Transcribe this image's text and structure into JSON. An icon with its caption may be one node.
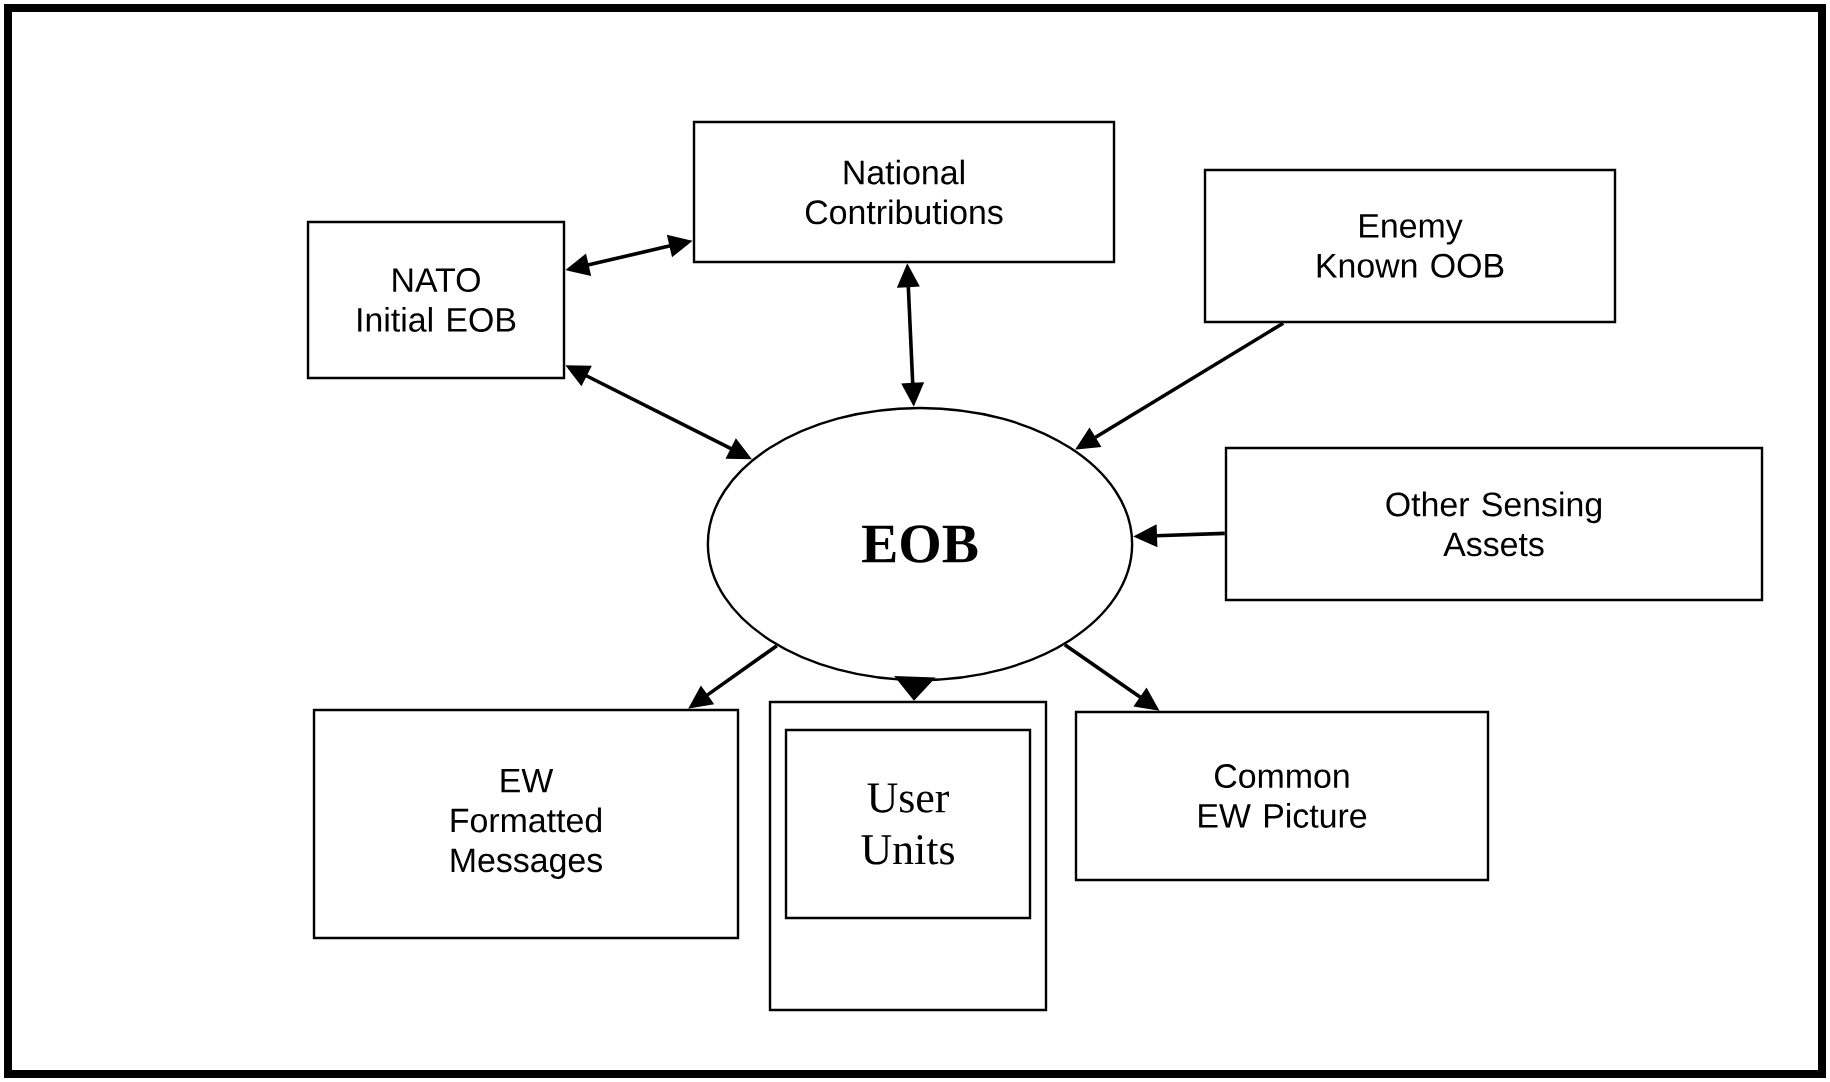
{
  "diagram": {
    "nodes": [
      {
        "text": [
          "National Contributions"
        ]
      },
      {
        "text": [
          "Enemy Known OOB"
        ]
      },
      {
        "text": [
          "NATO Initial EOB"
        ]
      },
      {
        "text": [
          "EOB"
        ]
      },
      {
        "text": [
          "Other Sensing Assets"
        ]
      },
      {
        "text": [
          "EW Formatted Messages"
        ]
      },
      {
        "text": [],
        "shape": "box"
      },
      {
        "text": [
          "User Units"
        ],
        "in": 6
      },
      {
        "text": [
          "Common EW Picture"
        ]
      }
    ],
    "edges": [
      {
        "from": 0,
        "to": 2,
        "arrow": "both"
      },
      {
        "from": 0,
        "to": 3,
        "arrow": "both"
      },
      {
        "from": 2,
        "to": 3,
        "arrow": "both"
      },
      {
        "from": 1,
        "to": 3,
        "arrow": "to"
      },
      {
        "from": 4,
        "to": 3,
        "arrow": "to"
      },
      {
        "from": 3,
        "to": 5,
        "arrow": "to"
      },
      {
        "from": 3,
        "to": 6,
        "arrow": "to",
        "style": "thick"
      },
      {
        "from": 3,
        "to": 8,
        "arrow": "to"
      }
    ]
  }
}
